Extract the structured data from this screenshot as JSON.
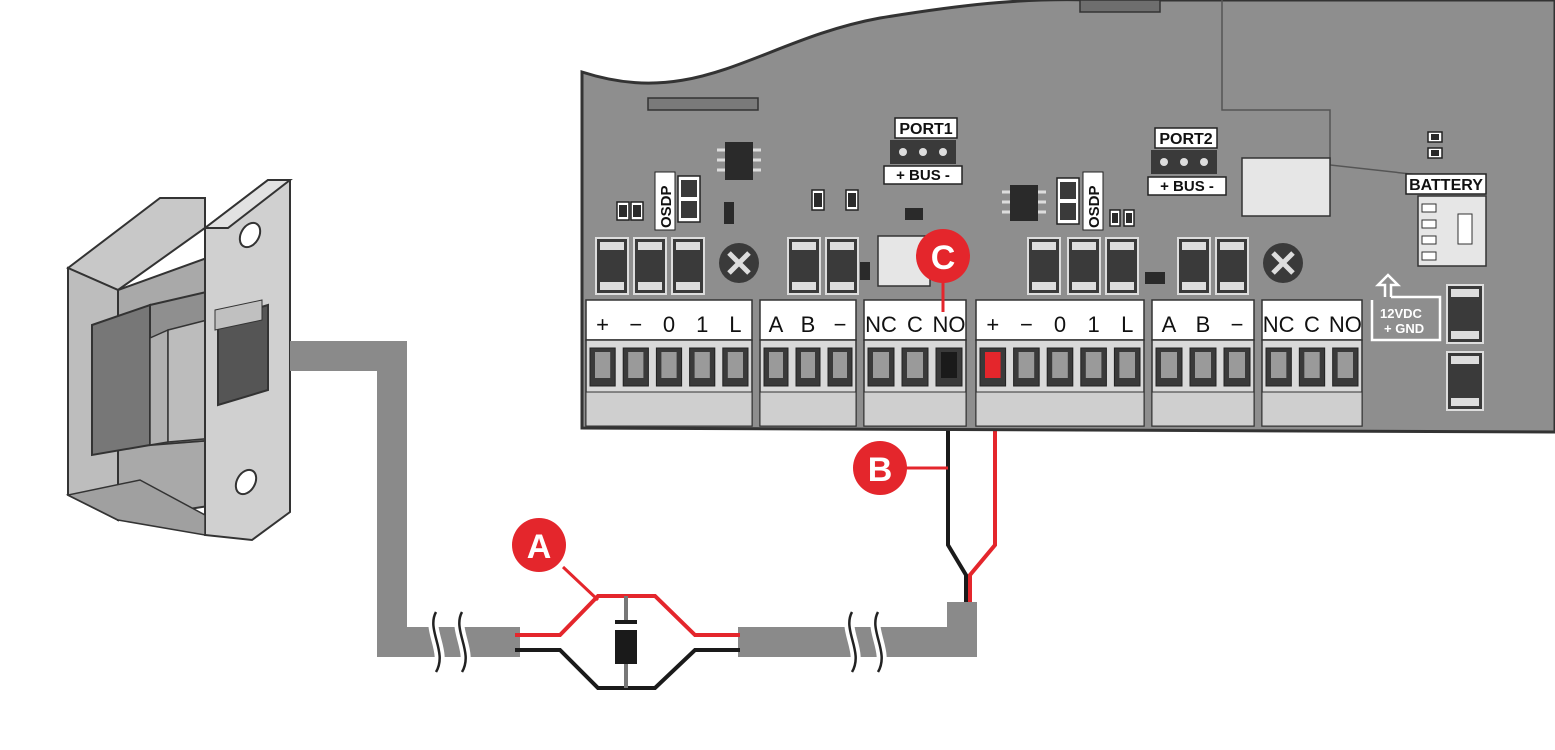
{
  "diagram": {
    "callouts": {
      "a": "A",
      "b": "B",
      "c": "C"
    },
    "board": {
      "port1": {
        "name": "PORT1",
        "bus": "+ BUS -"
      },
      "port2": {
        "name": "PORT2",
        "bus": "+ BUS -"
      },
      "osdp_1": "OSDP",
      "osdp_2": "OSDP",
      "battery": "BATTERY",
      "power_label": {
        "line1": "12VDC",
        "line2": "+   GND"
      },
      "terminal_groups": [
        [
          "+",
          "−",
          "0",
          "1",
          "L"
        ],
        [
          "A",
          "B",
          "−"
        ],
        [
          "NC",
          "C",
          "NO"
        ],
        [
          "+",
          "−",
          "0",
          "1",
          "L"
        ],
        [
          "A",
          "B",
          "−"
        ],
        [
          "NC",
          "C",
          "NO"
        ]
      ]
    },
    "colors": {
      "accent_red": "#E4262C",
      "cable_gray": "#8A8A8A",
      "board_gray": "#8E8E8E",
      "wire_black": "#1A1A1A"
    }
  }
}
